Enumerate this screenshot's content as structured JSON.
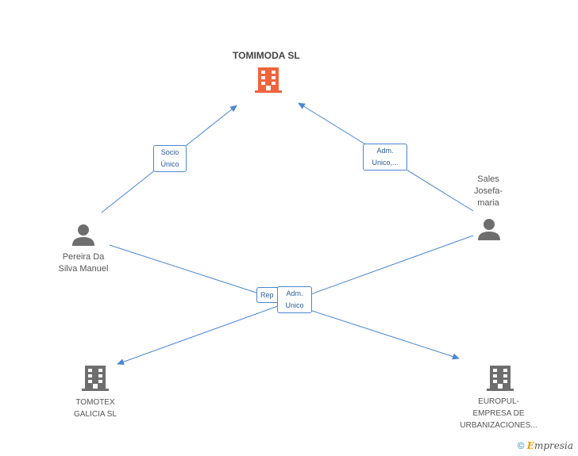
{
  "nodes": {
    "tomimoda": {
      "label": "TOMIMODA SL",
      "color": "#f0643c"
    },
    "pereira": {
      "line1": "Pereira Da",
      "line2": "Silva Manuel"
    },
    "sales": {
      "line1": "Sales",
      "line2": "Josefa-",
      "line3": "maria"
    },
    "tomotex": {
      "line1": "TOMOTEX",
      "line2": "GALICIA  SL"
    },
    "europul": {
      "line1": "EUROPUL-",
      "line2": "EMPRESA DE",
      "line3": "URBANIZACIONES..."
    }
  },
  "edges": {
    "socio": {
      "line1": "Socio",
      "line2": "Único"
    },
    "adm1": {
      "line1": "Adm.",
      "line2": "Unico,..."
    },
    "rep": {
      "line1": "Rep"
    },
    "adm2": {
      "line1": "Adm.",
      "line2": "Unico"
    }
  },
  "footer": {
    "copyright": "©",
    "brand_e": "E",
    "brand_rest": "mpresia"
  },
  "colors": {
    "edge": "#4a86d4",
    "icon_gray": "#6e6e6e",
    "company_main": "#f0643c"
  }
}
